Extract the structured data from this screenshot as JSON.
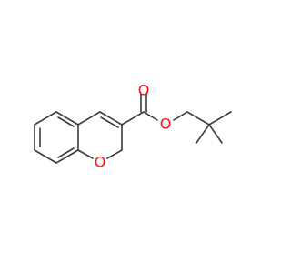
{
  "molecule": {
    "atoms": [
      {
        "element": "O",
        "label": "O"
      },
      {
        "element": "O",
        "label": "O"
      },
      {
        "element": "O",
        "label": "O"
      }
    ],
    "colors": {
      "bond": "#3d3d3d",
      "oxygen": "#ff0d0d",
      "background": "#ffffff"
    }
  }
}
